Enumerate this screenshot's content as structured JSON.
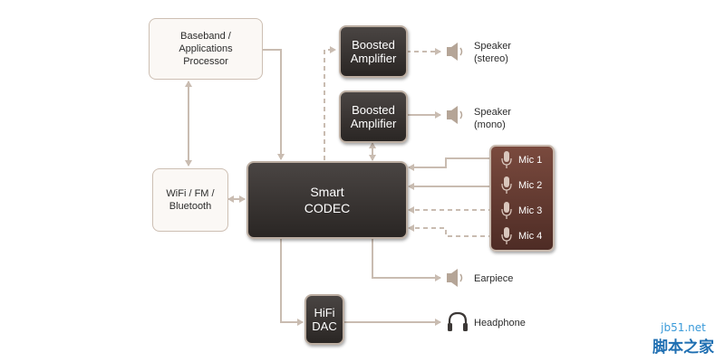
{
  "nodes": {
    "baseband": "Baseband /\nApplications\nProcessor",
    "wifi": "WiFi / FM /\nBluetooth",
    "codec": "Smart\nCODEC",
    "amp_stereo": "Boosted\nAmplifier",
    "amp_mono": "Boosted\nAmplifier",
    "dac": "HiFi\nDAC"
  },
  "outputs": {
    "speaker_stereo": "Speaker\n(stereo)",
    "speaker_mono": "Speaker\n(mono)",
    "earpiece": "Earpiece",
    "headphone": "Headphone"
  },
  "mics": [
    "Mic 1",
    "Mic 2",
    "Mic 3",
    "Mic 4"
  ],
  "icons": {
    "speaker": "speaker-icon",
    "headphone": "headphone-icon",
    "mic": "microphone-icon"
  },
  "colors": {
    "line": "#c9bcb1",
    "dark_box": "#3a3533",
    "mic_panel": "#6a3d33",
    "light_box_border": "#cdbfb3"
  },
  "watermark": {
    "domain": "jb51.net",
    "site": "脚本之家"
  }
}
